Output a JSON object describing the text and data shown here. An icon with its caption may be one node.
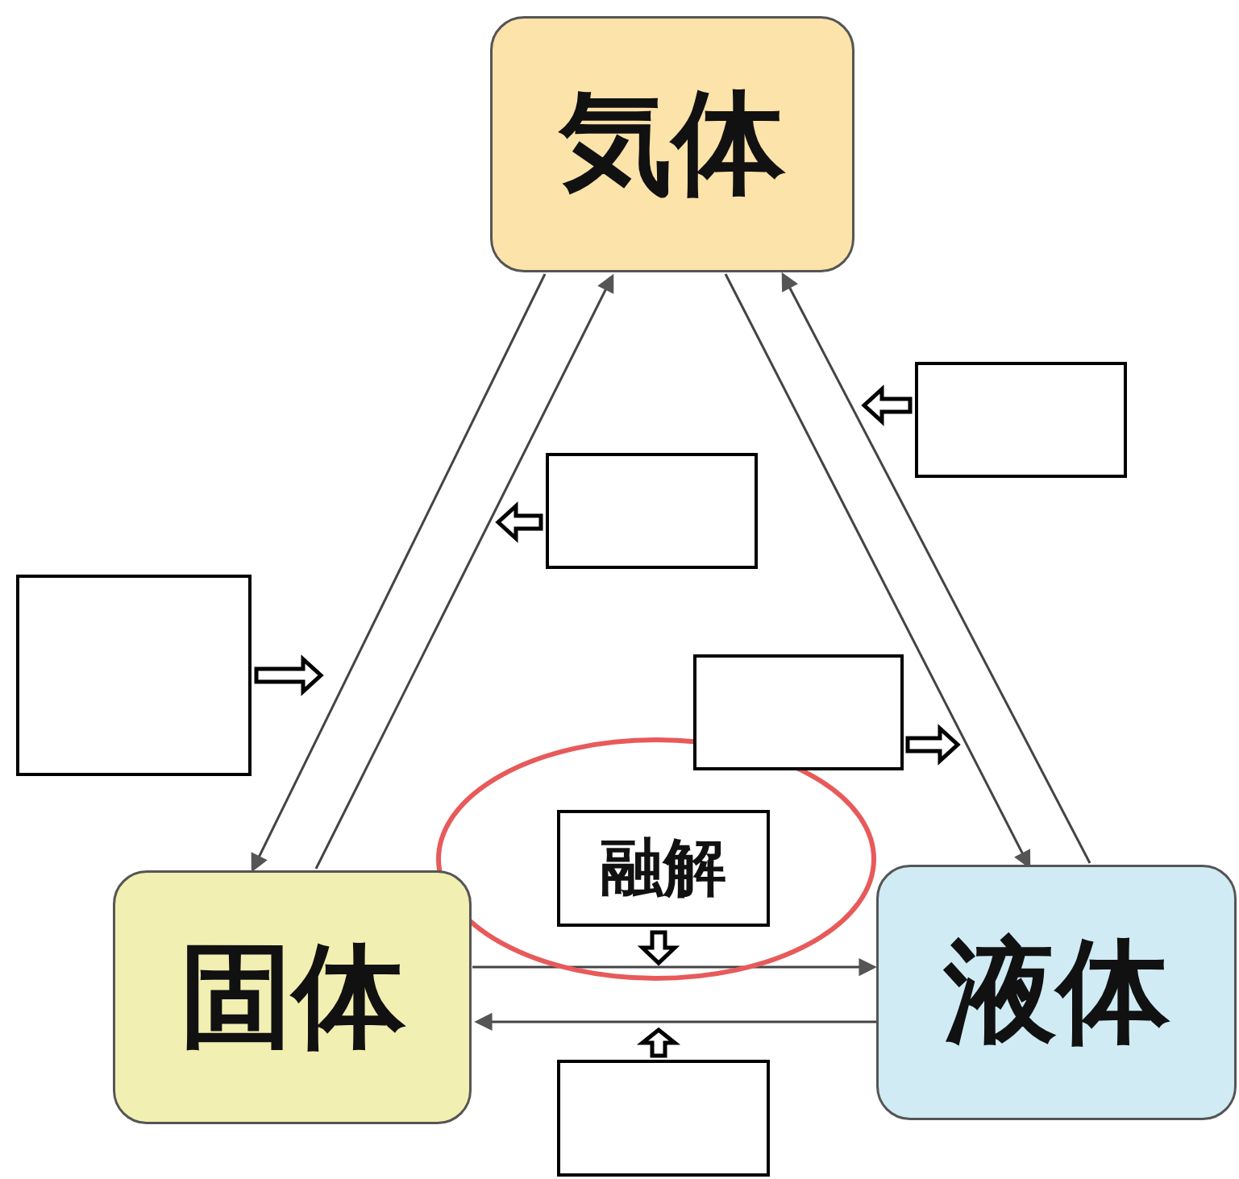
{
  "diagram": {
    "nodes": [
      {
        "text": [
          "気体"
        ]
      },
      {
        "text": [
          "固体"
        ]
      },
      {
        "text": [
          "液体"
        ]
      },
      {
        "text": [],
        "shape": "box"
      },
      {
        "text": [],
        "shape": "box"
      },
      {
        "text": [],
        "shape": "box"
      },
      {
        "text": [],
        "shape": "box"
      },
      {
        "text": [
          "融解"
        ]
      },
      {
        "text": [],
        "shape": "box"
      }
    ],
    "edges": [
      {
        "from": 0,
        "to": 1,
        "arrow": "to"
      },
      {
        "from": 1,
        "to": 0,
        "arrow": "to"
      },
      {
        "from": 0,
        "to": 2,
        "arrow": "to"
      },
      {
        "from": 2,
        "to": 0,
        "arrow": "to"
      },
      {
        "from": 1,
        "to": 2,
        "arrow": "to"
      },
      {
        "from": 2,
        "to": 1,
        "arrow": "to"
      },
      {
        "from": 3,
        "to": null,
        "arrow": "to"
      },
      {
        "from": 4,
        "to": null,
        "arrow": "to"
      },
      {
        "from": 5,
        "to": null,
        "arrow": "to"
      },
      {
        "from": 6,
        "to": null,
        "arrow": "to"
      },
      {
        "from": 7,
        "to": null,
        "arrow": "to"
      },
      {
        "from": 8,
        "to": null,
        "arrow": "to"
      }
    ]
  }
}
